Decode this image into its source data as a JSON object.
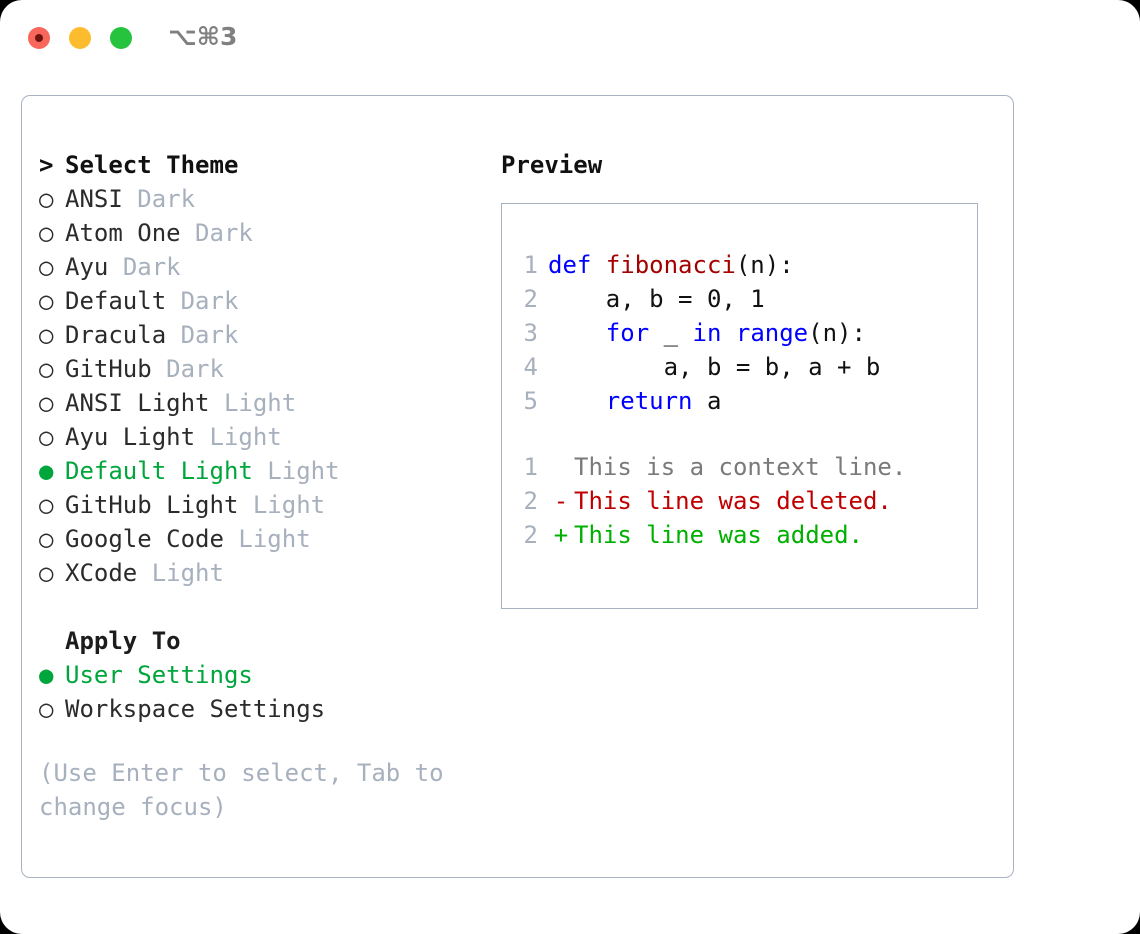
{
  "titlebar": {
    "shortcut": "⌥⌘3",
    "lights": [
      {
        "name": "close",
        "color": "#f9665b"
      },
      {
        "name": "minimize",
        "color": "#fcbc2e"
      },
      {
        "name": "maximize",
        "color": "#26c33f"
      }
    ]
  },
  "theme_panel": {
    "header_marker": ">",
    "header": "Select Theme",
    "marker_selected": "●",
    "marker_unselected": "○",
    "items": [
      {
        "name": "ANSI",
        "category": "Dark",
        "selected": false
      },
      {
        "name": "Atom One",
        "category": "Dark",
        "selected": false
      },
      {
        "name": "Ayu",
        "category": "Dark",
        "selected": false
      },
      {
        "name": "Default",
        "category": "Dark",
        "selected": false
      },
      {
        "name": "Dracula",
        "category": "Dark",
        "selected": false
      },
      {
        "name": "GitHub",
        "category": "Dark",
        "selected": false
      },
      {
        "name": "ANSI Light",
        "category": "Light",
        "selected": false
      },
      {
        "name": "Ayu Light",
        "category": "Light",
        "selected": false
      },
      {
        "name": "Default Light",
        "category": "Light",
        "selected": true
      },
      {
        "name": "GitHub Light",
        "category": "Light",
        "selected": false
      },
      {
        "name": "Google Code",
        "category": "Light",
        "selected": false
      },
      {
        "name": "XCode",
        "category": "Light",
        "selected": false
      }
    ]
  },
  "apply_to": {
    "label": "Apply To",
    "options": [
      {
        "label": "User Settings",
        "selected": true
      },
      {
        "label": "Workspace Settings",
        "selected": false
      }
    ]
  },
  "hint": "(Use Enter to select, Tab to change focus)",
  "preview": {
    "title": "Preview",
    "code_lines": [
      {
        "no": "1",
        "indent": "",
        "tokens": [
          {
            "t": "def",
            "c": "kw"
          },
          {
            "t": " ",
            "c": "plain"
          },
          {
            "t": "fibonacci",
            "c": "fn"
          },
          {
            "t": "(n):",
            "c": "plain"
          }
        ]
      },
      {
        "no": "2",
        "indent": "    ",
        "tokens": [
          {
            "t": "a, b = 0, 1",
            "c": "plain"
          }
        ]
      },
      {
        "no": "3",
        "indent": "    ",
        "tokens": [
          {
            "t": "for",
            "c": "kw"
          },
          {
            "t": " _ ",
            "c": "plain"
          },
          {
            "t": "in",
            "c": "kw"
          },
          {
            "t": " ",
            "c": "plain"
          },
          {
            "t": "range",
            "c": "kw"
          },
          {
            "t": "(n):",
            "c": "plain"
          }
        ]
      },
      {
        "no": "4",
        "indent": "        ",
        "tokens": [
          {
            "t": "a, b = b, a + b",
            "c": "plain"
          }
        ]
      },
      {
        "no": "5",
        "indent": "    ",
        "tokens": [
          {
            "t": "return",
            "c": "kw"
          },
          {
            "t": " a",
            "c": "plain"
          }
        ]
      }
    ],
    "diff_lines": [
      {
        "no": "1",
        "marker": " ",
        "text": "This is a context line.",
        "kind": "ctx"
      },
      {
        "no": "2",
        "marker": "-",
        "text": "This line was deleted.",
        "kind": "del"
      },
      {
        "no": "2",
        "marker": "+",
        "text": "This line was added.",
        "kind": "add"
      }
    ]
  },
  "colors": {
    "accent_green": "#00a63c",
    "muted": "#a7b0bd",
    "border": "#a9b2c1",
    "keyword": "#0000ff",
    "function": "#a30000",
    "diff_add": "#00b000",
    "diff_del": "#c00000"
  }
}
